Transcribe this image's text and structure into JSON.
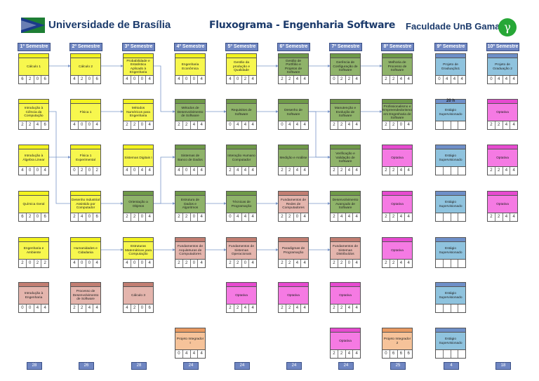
{
  "header": {
    "university": "Universidade de Brasília",
    "title": "Fluxograma - Engenharia Software",
    "faculty": "Faculdade UnB Gama",
    "faculty_logo_glyph": "γ"
  },
  "colors": {
    "yellow": "#f7f74e",
    "green": "#8fb36a",
    "rose": "#e4b5ad",
    "magenta": "#f57ae3",
    "blue": "#8fc3de",
    "orange": "#f6c39a",
    "link": "#7a96c9"
  },
  "semesters": [
    {
      "label": "1º Semestre",
      "total": "28"
    },
    {
      "label": "2º Semestre",
      "total": "26"
    },
    {
      "label": "3º Semestre",
      "total": "28"
    },
    {
      "label": "4º Semestre",
      "total": "24"
    },
    {
      "label": "5º Semestre",
      "total": "24"
    },
    {
      "label": "6º Semestre",
      "total": "24"
    },
    {
      "label": "7º Semestre",
      "total": "24"
    },
    {
      "label": "8º Semestre",
      "total": "25"
    },
    {
      "label": "9º Semestre",
      "total": "4"
    },
    {
      "label": "10º Semestre",
      "total": "18"
    }
  ],
  "courses": [
    {
      "id": "c1_0",
      "name": "Cálculo 1",
      "credits": [
        "6",
        "2",
        "0",
        "6"
      ]
    },
    {
      "id": "c1_1",
      "name": "Introdução à Ciência da Computação",
      "credits": [
        "2",
        "2",
        "4",
        "6"
      ]
    },
    {
      "id": "c1_2",
      "name": "Introdução à Álgebra Linear",
      "credits": [
        "4",
        "0",
        "0",
        "4"
      ]
    },
    {
      "id": "c1_3",
      "name": "Química Geral",
      "credits": [
        "6",
        "2",
        "0",
        "6"
      ]
    },
    {
      "id": "c1_4",
      "name": "Engenharia e Ambiente",
      "credits": [
        "2",
        "0",
        "2",
        "2"
      ]
    },
    {
      "id": "c1_5",
      "name": "Introdução à Engenharia",
      "credits": [
        "0",
        "0",
        "4",
        "4"
      ]
    },
    {
      "id": "c2_0",
      "name": "Cálculo 2",
      "credits": [
        "4",
        "2",
        "0",
        "6"
      ]
    },
    {
      "id": "c2_1",
      "name": "Física 1",
      "credits": [
        "4",
        "0",
        "0",
        "4"
      ]
    },
    {
      "id": "c2_2",
      "name": "Física 1 Experimental",
      "credits": [
        "0",
        "2",
        "0",
        "2"
      ]
    },
    {
      "id": "c2_3",
      "name": "Desenho Industrial Assistido por Computador",
      "credits": [
        "2",
        "4",
        "0",
        "6"
      ]
    },
    {
      "id": "c2_4",
      "name": "Humanidades e Cidadania",
      "credits": [
        "4",
        "0",
        "0",
        "4"
      ]
    },
    {
      "id": "c2_5",
      "name": "Processo de Desenvolvimento de Software",
      "credits": [
        "2",
        "2",
        "4",
        "4"
      ]
    },
    {
      "id": "c3_0",
      "name": "Probabilidade e Estatística Aplicado à Engenharia",
      "credits": [
        "4",
        "0",
        "0",
        "4"
      ]
    },
    {
      "id": "c3_1",
      "name": "Métodos Numéricos para Engenharia",
      "credits": [
        "2",
        "2",
        "0",
        "4"
      ]
    },
    {
      "id": "c3_2",
      "name": "Sistemas Digitais I",
      "credits": [
        "4",
        "0",
        "4",
        "4"
      ]
    },
    {
      "id": "c3_3",
      "name": "Orientação a Objetos",
      "credits": [
        "2",
        "2",
        "0",
        "4"
      ]
    },
    {
      "id": "c3_4",
      "name": "Estruturas Matemáticas para Computação",
      "credits": [
        "4",
        "0",
        "0",
        "4"
      ]
    },
    {
      "id": "c3_5",
      "name": "Cálculo 3",
      "credits": [
        "4",
        "2",
        "0",
        "6"
      ]
    },
    {
      "id": "c4_0",
      "name": "Engenharia Econômica",
      "credits": [
        "4",
        "0",
        "0",
        "4"
      ]
    },
    {
      "id": "c4_1",
      "name": "Métodos de Desenvolvimento de Software",
      "credits": [
        "2",
        "2",
        "4",
        "4"
      ]
    },
    {
      "id": "c4_2",
      "name": "Sistemas de Banco de Dados",
      "credits": [
        "4",
        "0",
        "4",
        "4"
      ]
    },
    {
      "id": "c4_3",
      "name": "Estrutura de Dados e Algoritmos",
      "credits": [
        "2",
        "2",
        "0",
        "4"
      ]
    },
    {
      "id": "c4_4",
      "name": "Fundamentos de Arquiteturas de Computadores",
      "credits": [
        "2",
        "2",
        "0",
        "4"
      ]
    },
    {
      "id": "c4_5",
      "name": "Projeto Integrador I",
      "credits": [
        "0",
        "4",
        "4",
        "4"
      ]
    },
    {
      "id": "c5_0",
      "name": "Gestão da produção e Qualidade",
      "credits": [
        "4",
        "0",
        "2",
        "4"
      ]
    },
    {
      "id": "c5_1",
      "name": "Requisitos de Software",
      "credits": [
        "0",
        "4",
        "4",
        "4"
      ]
    },
    {
      "id": "c5_2",
      "name": "Interação Humano Computador",
      "credits": [
        "2",
        "4",
        "4",
        "4"
      ]
    },
    {
      "id": "c5_3",
      "name": "Técnicas de Programação",
      "credits": [
        "0",
        "4",
        "4",
        "4"
      ]
    },
    {
      "id": "c5_4",
      "name": "Fundamentos de Sistemas Operacionais",
      "credits": [
        "2",
        "2",
        "0",
        "4"
      ]
    },
    {
      "id": "c5_5",
      "name": "Optativa",
      "credits": [
        "2",
        "2",
        "4",
        "4"
      ]
    },
    {
      "id": "c6_0",
      "name": "Gestão de Portfólio e Projetos de Software",
      "credits": [
        "2",
        "2",
        "4",
        "4"
      ]
    },
    {
      "id": "c6_1",
      "name": "Desenho de Software",
      "credits": [
        "0",
        "4",
        "4",
        "4"
      ]
    },
    {
      "id": "c6_2",
      "name": "Medição e Análise",
      "credits": [
        "2",
        "2",
        "4",
        "4"
      ]
    },
    {
      "id": "c6_3",
      "name": "Fundamentos de Redes de Computadores",
      "credits": [
        "2",
        "2",
        "0",
        "4"
      ]
    },
    {
      "id": "c6_4",
      "name": "Paradigmas de Programação",
      "credits": [
        "2",
        "2",
        "4",
        "4"
      ]
    },
    {
      "id": "c6_5",
      "name": "Optativa",
      "credits": [
        "2",
        "2",
        "4",
        "4"
      ]
    },
    {
      "id": "c7_0",
      "name": "Gerência de Configuração de Software",
      "credits": [
        "0",
        "2",
        "2",
        "4"
      ]
    },
    {
      "id": "c7_1",
      "name": "Manutenção e Evolução de Software",
      "credits": [
        "2",
        "2",
        "4",
        "4"
      ]
    },
    {
      "id": "c7_2",
      "name": "Verificação e Validação de Software",
      "credits": [
        "2",
        "2",
        "4",
        "4"
      ]
    },
    {
      "id": "c7_3",
      "name": "Desenvolvimento Avançado de Software",
      "credits": [
        "2",
        "4",
        "4",
        "4"
      ]
    },
    {
      "id": "c7_4",
      "name": "Fundamentos de Sistemas Distribuídos",
      "credits": [
        "2",
        "2",
        "0",
        "4"
      ]
    },
    {
      "id": "c7_5",
      "name": "Optativa",
      "credits": [
        "2",
        "2",
        "4",
        "4"
      ]
    },
    {
      "id": "c7_6",
      "name": "Optativa",
      "credits": [
        "2",
        "2",
        "4",
        "4"
      ]
    },
    {
      "id": "c8_0",
      "name": "Melhoria de Processo de Software",
      "credits": [
        "2",
        "2",
        "4",
        "4"
      ]
    },
    {
      "id": "c8_1",
      "name": "Profissionalismo e Empreendedorismo em Engenharia de Software",
      "credits": [
        "2",
        "2",
        "0",
        "4"
      ]
    },
    {
      "id": "c8_2",
      "name": "Optativa",
      "credits": [
        "2",
        "2",
        "4",
        "4"
      ]
    },
    {
      "id": "c8_3",
      "name": "Optativa",
      "credits": [
        "2",
        "2",
        "4",
        "4"
      ]
    },
    {
      "id": "c8_4",
      "name": "Optativa",
      "credits": [
        "2",
        "2",
        "4",
        "4"
      ]
    },
    {
      "id": "c8_5",
      "name": "Projeto Integrador 2",
      "credits": [
        "0",
        "6",
        "6",
        "6"
      ]
    },
    {
      "id": "c9_0",
      "name": "Projeto de Graduação1",
      "credits": [
        "0",
        "4",
        "4",
        "4"
      ]
    },
    {
      "id": "c9_1",
      "name": "Estágio Supervisionado",
      "credits": [
        "",
        "",
        "",
        ""
      ],
      "tag": "20 h"
    },
    {
      "id": "c9_2",
      "name": "Estágio Supervisionado",
      "credits": [
        "",
        "",
        "",
        ""
      ]
    },
    {
      "id": "c9_3",
      "name": "Estágio Supervisionado",
      "credits": [
        "",
        "",
        "",
        ""
      ]
    },
    {
      "id": "c9_4",
      "name": "Estágio Supervisionado",
      "credits": [
        "",
        "",
        "",
        ""
      ]
    },
    {
      "id": "c9_5",
      "name": "Estágio Supervisionado",
      "credits": [
        "",
        "",
        "",
        ""
      ]
    },
    {
      "id": "c9_6",
      "name": "Estágio Supervisionado",
      "credits": [
        "",
        "",
        "",
        ""
      ]
    },
    {
      "id": "c10_0",
      "name": "Projeto de Graduação 2",
      "credits": [
        "0",
        "4",
        "4",
        "4"
      ]
    },
    {
      "id": "c10_1",
      "name": "Optativa",
      "credits": [
        "2",
        "2",
        "4",
        "4"
      ]
    },
    {
      "id": "c10_2",
      "name": "Optativa",
      "credits": [
        "2",
        "2",
        "4",
        "4"
      ]
    },
    {
      "id": "c10_3",
      "name": "Optativa",
      "credits": [
        "2",
        "2",
        "4",
        "4"
      ]
    }
  ]
}
